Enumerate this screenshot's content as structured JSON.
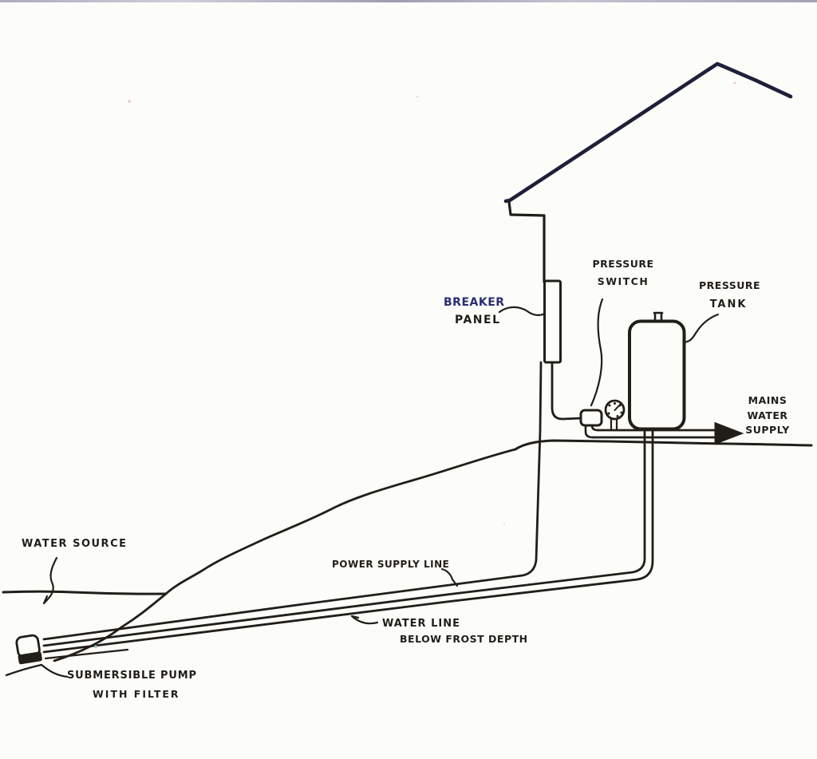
{
  "document": {
    "kind": "hand-drawn well water system schematic (scanned sketch)"
  },
  "colors": {
    "paper": "#fcfcf9",
    "ink": "#211e18",
    "roof_ink": "#1e1f38",
    "breaker_ink": "#2b2d72"
  },
  "labels": {
    "water_source": "WATER SOURCE",
    "breaker_line1": "BREAKER",
    "breaker_line2": "PANEL",
    "pressure_switch_line1": "PRESSURE",
    "pressure_switch_line2": "SWITCH",
    "pressure_tank_line1": "PRESSURE",
    "pressure_tank_line2": "TANK",
    "mains_line1": "MAINS",
    "mains_line2": "WATER",
    "mains_line3": "SUPPLY",
    "power_supply_line": "POWER SUPPLY LINE",
    "water_line_line1": "WATER LINE",
    "water_line_line2": "BELOW FROST DEPTH",
    "pump_line1": "SUBMERSIBLE PUMP",
    "pump_line2": "WITH FILTER"
  },
  "icons": {
    "flow_arrow": "right-arrow indicating water flow to mains supply",
    "gauge": "pressure gauge dial"
  }
}
